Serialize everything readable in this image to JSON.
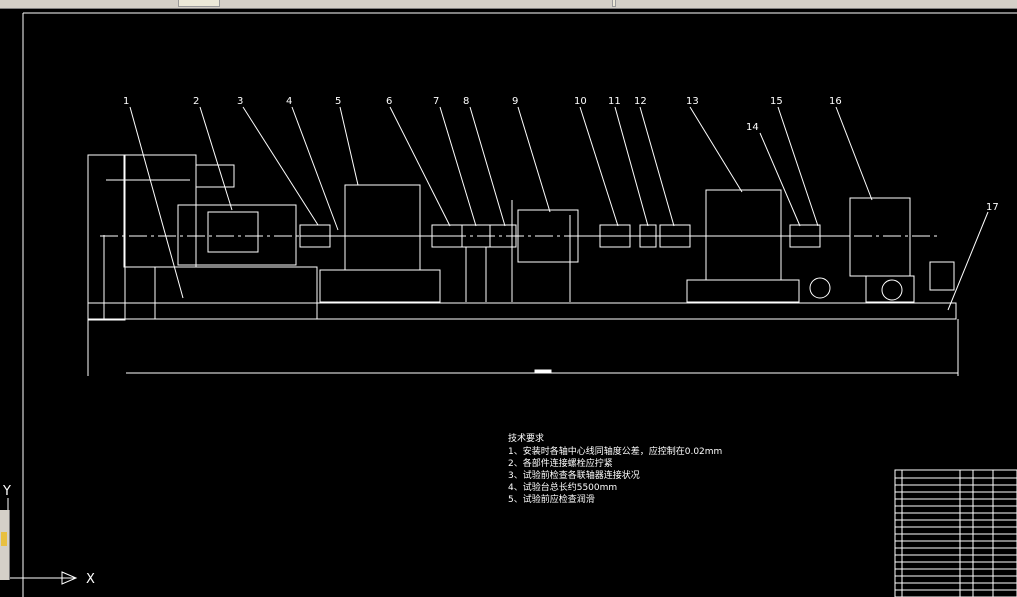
{
  "part_numbers": [
    "1",
    "2",
    "3",
    "4",
    "5",
    "6",
    "7",
    "8",
    "9",
    "10",
    "11",
    "12",
    "13",
    "14",
    "15",
    "16",
    "17"
  ],
  "tech_requirements": {
    "title": "技术要求",
    "items": [
      "1、安装时各轴中心线同轴度公差，应控制在0.02mm",
      "2、各部件连接螺栓应拧紧",
      "3、试验前检查各联轴器连接状况",
      "4、试验台总长约5500mm",
      "5、试验前应检查润滑"
    ]
  },
  "ucs": {
    "x_label": "X",
    "y_label": "Y"
  },
  "colors": {
    "background": "#000000",
    "lines": "#ffffff",
    "text": "#ffffff"
  }
}
